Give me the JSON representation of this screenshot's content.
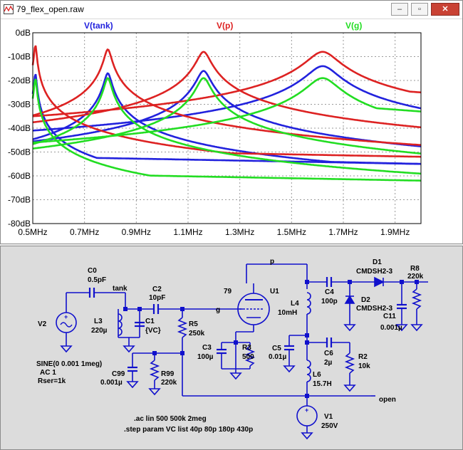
{
  "window": {
    "title": "79_flex_open.raw",
    "btn_minimize": "–",
    "btn_restore": "▫",
    "btn_close": "✕"
  },
  "plot": {
    "traces": [
      {
        "label": "V(tank)",
        "color": "#2222dd"
      },
      {
        "label": "V(p)",
        "color": "#dd2222"
      },
      {
        "label": "V(g)",
        "color": "#22dd22"
      }
    ],
    "y_ticks": [
      "0dB",
      "-10dB",
      "-20dB",
      "-30dB",
      "-40dB",
      "-50dB",
      "-60dB",
      "-70dB",
      "-80dB"
    ],
    "x_ticks": [
      "0.5MHz",
      "0.7MHz",
      "0.9MHz",
      "1.1MHz",
      "1.3MHz",
      "1.5MHz",
      "1.7MHz",
      "1.9MHz"
    ],
    "x_range_mhz": [
      0.5,
      2.0
    ],
    "y_range_db": [
      -80,
      0
    ],
    "grid": true,
    "peaks_mhz": [
      0.51,
      0.79,
      1.16,
      1.62
    ],
    "peak_db": {
      "tank": [
        -17,
        -17,
        -16,
        -14
      ],
      "p": [
        -5,
        -7,
        -8,
        -8
      ],
      "g": [
        -19,
        -19,
        -19,
        -19
      ]
    }
  },
  "schematic": {
    "labels": {
      "v2": "V2",
      "c0_name": "C0",
      "c0_value": "0.5pF",
      "tank": "tank",
      "c2_name": "C2",
      "c2_value": "10pF",
      "g": "g",
      "tube_type": "79",
      "u1": "U1",
      "p": "p",
      "l3_name": "L3",
      "l3_value": "220µ",
      "c1_name": "C1",
      "c1_value": "{VC}",
      "r5_name": "R5",
      "r5_value": "250k",
      "c3_name": "C3",
      "c3_value": "100µ",
      "r3_name": "R3",
      "r3_value": "500",
      "l4_name": "L4",
      "l4_value": "10mH",
      "c4_name": "C4",
      "c4_value": "100p",
      "d1_name": "D1",
      "d1_value": "CMDSH2-3",
      "d2_name": "D2",
      "d2_value": "CMDSH2-3",
      "r8_name": "R8",
      "r8_value": "220k",
      "c11_name": "C11",
      "c11_value": "0.001µ",
      "c5_name": "C5",
      "c5_value": "0.01µ",
      "c6_name": "C6",
      "c6_value": "2µ",
      "r2_name": "R2",
      "r2_value": "10k",
      "l6_name": "L6",
      "l6_value": "15.7H",
      "c99_name": "C99",
      "c99_value": "0.001µ",
      "r99_name": "R99",
      "r99_value": "220k",
      "v2_spec1": "SINE(0 0.001 1meg)",
      "v2_spec2": "AC 1",
      "v2_spec3": "Rser=1k",
      "open": "open",
      "v1_name": "V1",
      "v1_value": "250V",
      "cmd_ac": ".ac lin 500 500k 2meg",
      "cmd_step": ".step param VC list 40p 80p 180p 430p"
    }
  }
}
